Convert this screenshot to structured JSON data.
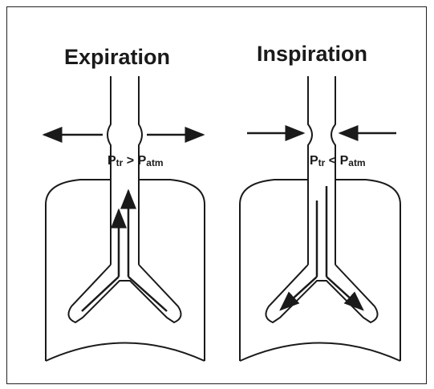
{
  "panels": [
    {
      "title": "Expiration",
      "label_p": "P",
      "label_tr": "tr",
      "label_op": ">",
      "label_atm": "atm",
      "arrow_direction": "outward"
    },
    {
      "title": "Inspiration",
      "label_p": "P",
      "label_tr": "tr",
      "label_op": "<",
      "label_atm": "atm",
      "arrow_direction": "inward"
    }
  ]
}
